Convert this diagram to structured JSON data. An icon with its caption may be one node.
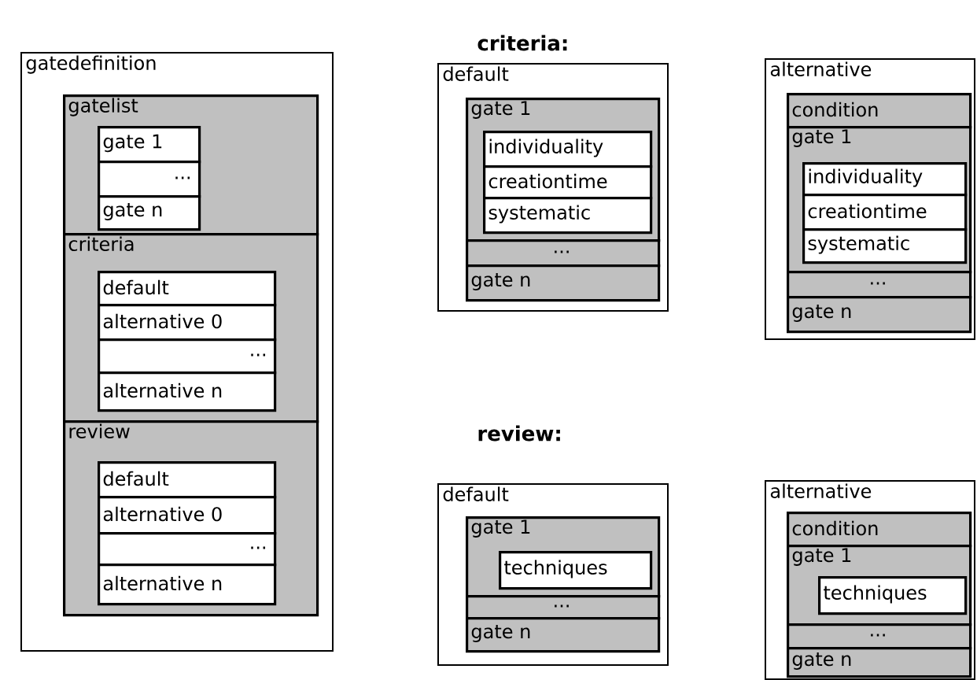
{
  "diagram": {
    "nodes": [
      {
        "text": [
          "gatedefinition"
        ]
      },
      {
        "text": [
          "gatelist"
        ],
        "in": 0
      },
      {
        "text": [
          "gate 1"
        ],
        "in": 1
      },
      {
        "text": [
          "..."
        ],
        "in": 1
      },
      {
        "text": [
          "gate n"
        ],
        "in": 1
      },
      {
        "text": [
          "criteria"
        ],
        "in": 0
      },
      {
        "text": [
          "default"
        ],
        "in": 5
      },
      {
        "text": [
          "alternative 0"
        ],
        "in": 5
      },
      {
        "text": [
          "..."
        ],
        "in": 5
      },
      {
        "text": [
          "alternative n"
        ],
        "in": 5
      },
      {
        "text": [
          "review"
        ],
        "in": 0
      },
      {
        "text": [
          "default"
        ],
        "in": 10
      },
      {
        "text": [
          "alternative 0"
        ],
        "in": 10
      },
      {
        "text": [
          "..."
        ],
        "in": 10
      },
      {
        "text": [
          "alternative n"
        ],
        "in": 10
      },
      {
        "text": [
          "default"
        ]
      },
      {
        "text": [
          "gate 1"
        ],
        "in": 15
      },
      {
        "text": [
          "individuality"
        ],
        "in": 16
      },
      {
        "text": [
          "creationtime"
        ],
        "in": 16
      },
      {
        "text": [
          "systematic"
        ],
        "in": 16
      },
      {
        "text": [
          "..."
        ],
        "in": 15
      },
      {
        "text": [
          "gate n"
        ],
        "in": 15
      },
      {
        "text": [
          "alternative"
        ]
      },
      {
        "text": [
          "condition"
        ],
        "in": 22
      },
      {
        "text": [
          "gate 1"
        ],
        "in": 22
      },
      {
        "text": [
          "individuality"
        ],
        "in": 24
      },
      {
        "text": [
          "creationtime"
        ],
        "in": 24
      },
      {
        "text": [
          "systematic"
        ],
        "in": 24
      },
      {
        "text": [
          "..."
        ],
        "in": 22
      },
      {
        "text": [
          "gate n"
        ],
        "in": 22
      },
      {
        "text": [
          "default"
        ]
      },
      {
        "text": [
          "gate 1"
        ],
        "in": 30
      },
      {
        "text": [
          "techniques"
        ],
        "in": 31
      },
      {
        "text": [
          "..."
        ],
        "in": 30
      },
      {
        "text": [
          "gate n"
        ],
        "in": 30
      },
      {
        "text": [
          "alternative"
        ]
      },
      {
        "text": [
          "condition"
        ],
        "in": 35
      },
      {
        "text": [
          "gate 1"
        ],
        "in": 35
      },
      {
        "text": [
          "techniques"
        ],
        "in": 37
      },
      {
        "text": [
          "..."
        ],
        "in": 35
      },
      {
        "text": [
          "gate n"
        ],
        "in": 35
      }
    ],
    "labels": [
      "criteria:",
      "review:"
    ]
  }
}
